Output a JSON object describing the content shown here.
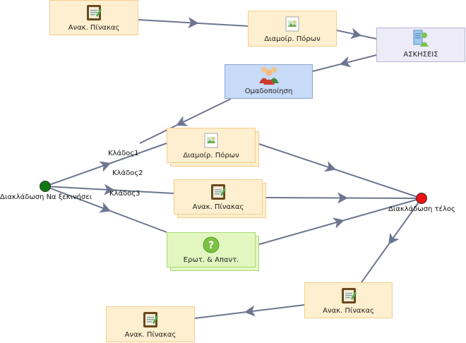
{
  "nodes": {
    "n1": {
      "label": "Ανακ. Πίνακας",
      "icon": "notepad-icon"
    },
    "n2": {
      "label": "Διαμοίρ. Πόρων",
      "icon": "picture-icon"
    },
    "n3": {
      "label": "ΑΣΚΗΣΕΙΣ",
      "icon": "exercise-icon"
    },
    "n4": {
      "label": "Ομαδοποίηση",
      "icon": "group-people-icon"
    },
    "n5": {
      "label": "Διαμοίρ. Πόρων",
      "icon": "picture-icon"
    },
    "n6": {
      "label": "Ανακ. Πίνακας",
      "icon": "notepad-icon"
    },
    "n7": {
      "label": "Ερωτ. & Απαντ.",
      "icon": "question-icon"
    },
    "n8": {
      "label": "Ανακ. Πίνακας",
      "icon": "notepad-icon"
    },
    "n9": {
      "label": "Ανακ. Πίνακας",
      "icon": "notepad-icon"
    }
  },
  "branch_start": {
    "label": "Διακλάδωση Να ξεκινήσει",
    "color": "#0f7a12"
  },
  "branch_end": {
    "label": "Διακλάδωση τέλος",
    "color": "#ee1111"
  },
  "branch_labels": [
    "Κλάδος1",
    "Κλάδος2",
    "Κλάδος3"
  ],
  "colors": {
    "edge": "#6e7590",
    "orange_fill": "#fdefcf",
    "lavender_fill": "#ecebf7",
    "blue_fill": "#c7daf7",
    "green_fill": "#e2f7c0"
  }
}
